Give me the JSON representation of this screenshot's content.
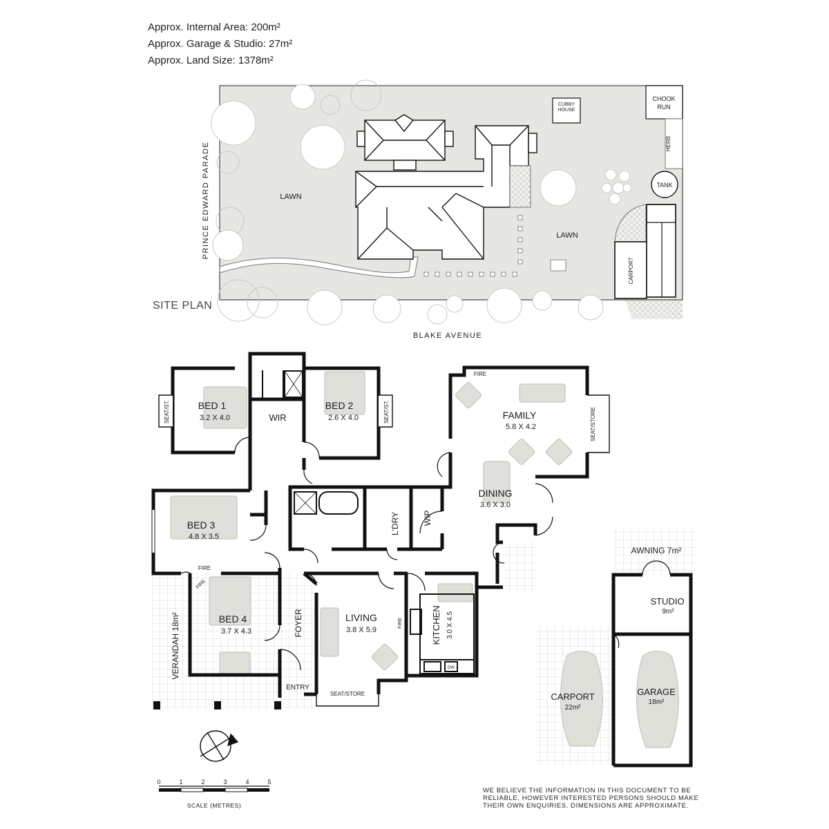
{
  "areas": {
    "internal": "Approx. Internal Area: 200m²",
    "garage_studio": "Approx. Garage & Studio: 27m²",
    "land": "Approx. Land Size: 1378m²"
  },
  "site_plan": {
    "title": "SITE PLAN",
    "street_side": "PRINCE EDWARD PARADE",
    "street_bottom": "BLAKE AVENUE",
    "lawn_left": "LAWN",
    "lawn_right": "LAWN",
    "cubby_line1": "CUBBY",
    "cubby_line2": "HOUSE",
    "chook_line1": "CHOOK",
    "chook_line2": "RUN",
    "herb": "HERB",
    "tank": "TANK",
    "carport": "CARPORT"
  },
  "rooms": {
    "bed1": {
      "name": "BED 1",
      "dims": "3.2 X 4.0"
    },
    "bed2": {
      "name": "BED 2",
      "dims": "2.6 X 4.0"
    },
    "bed3": {
      "name": "BED 3",
      "dims": "4.8 X 3.5"
    },
    "bed4": {
      "name": "BED 4",
      "dims": "3.7 X 4.3"
    },
    "wir": "WIR",
    "family": {
      "name": "FAMILY",
      "dims": "5.8 X 4.2"
    },
    "dining": {
      "name": "DINING",
      "dims": "3.6 X 3.0"
    },
    "living": {
      "name": "LIVING",
      "dims": "3.8 X 5.9"
    },
    "kitchen": {
      "name": "KITCHEN",
      "dims": "3.0 X 4.5"
    },
    "ldry": "L'DRY",
    "wip": "WIP",
    "foyer": "FOYER",
    "entry": "ENTRY",
    "verandah": "VERANDAH 18m²",
    "awning": "AWNING 7m²",
    "studio": {
      "name": "STUDIO",
      "area": "9m²"
    },
    "carport": {
      "name": "CARPORT",
      "area": "22m²"
    },
    "garage": {
      "name": "GARAGE",
      "area": "18m²"
    },
    "seat_store_living": "SEAT/STORE",
    "seat_store_family": "SEAT/STORE",
    "seat_st_bed1": "SEAT/ST.",
    "seat_st_bed2": "SEAT/ST.",
    "fire_family": "FIRE",
    "fire_bed3": "FIRE",
    "fire_bed4": "FIRE",
    "fire_living": "FIRE",
    "dw": "DW"
  },
  "scale": {
    "ticks": [
      "0",
      "1",
      "2",
      "3",
      "4",
      "5"
    ],
    "label": "SCALE (METRES)"
  },
  "disclaimer": [
    "WE BELIEVE THE INFORMATION IN THIS DOCUMENT TO BE",
    "RELIABLE, HOWEVER INTERESTED PERSONS SHOULD MAKE",
    "THEIR OWN ENQUIRIES. DIMENSIONS ARE APPROXIMATE."
  ],
  "colors": {
    "site_fill": "#e6e7e2",
    "furniture_fill": "#dfe0da",
    "wall": "#111111",
    "paving_line": "#d0d0cc"
  }
}
